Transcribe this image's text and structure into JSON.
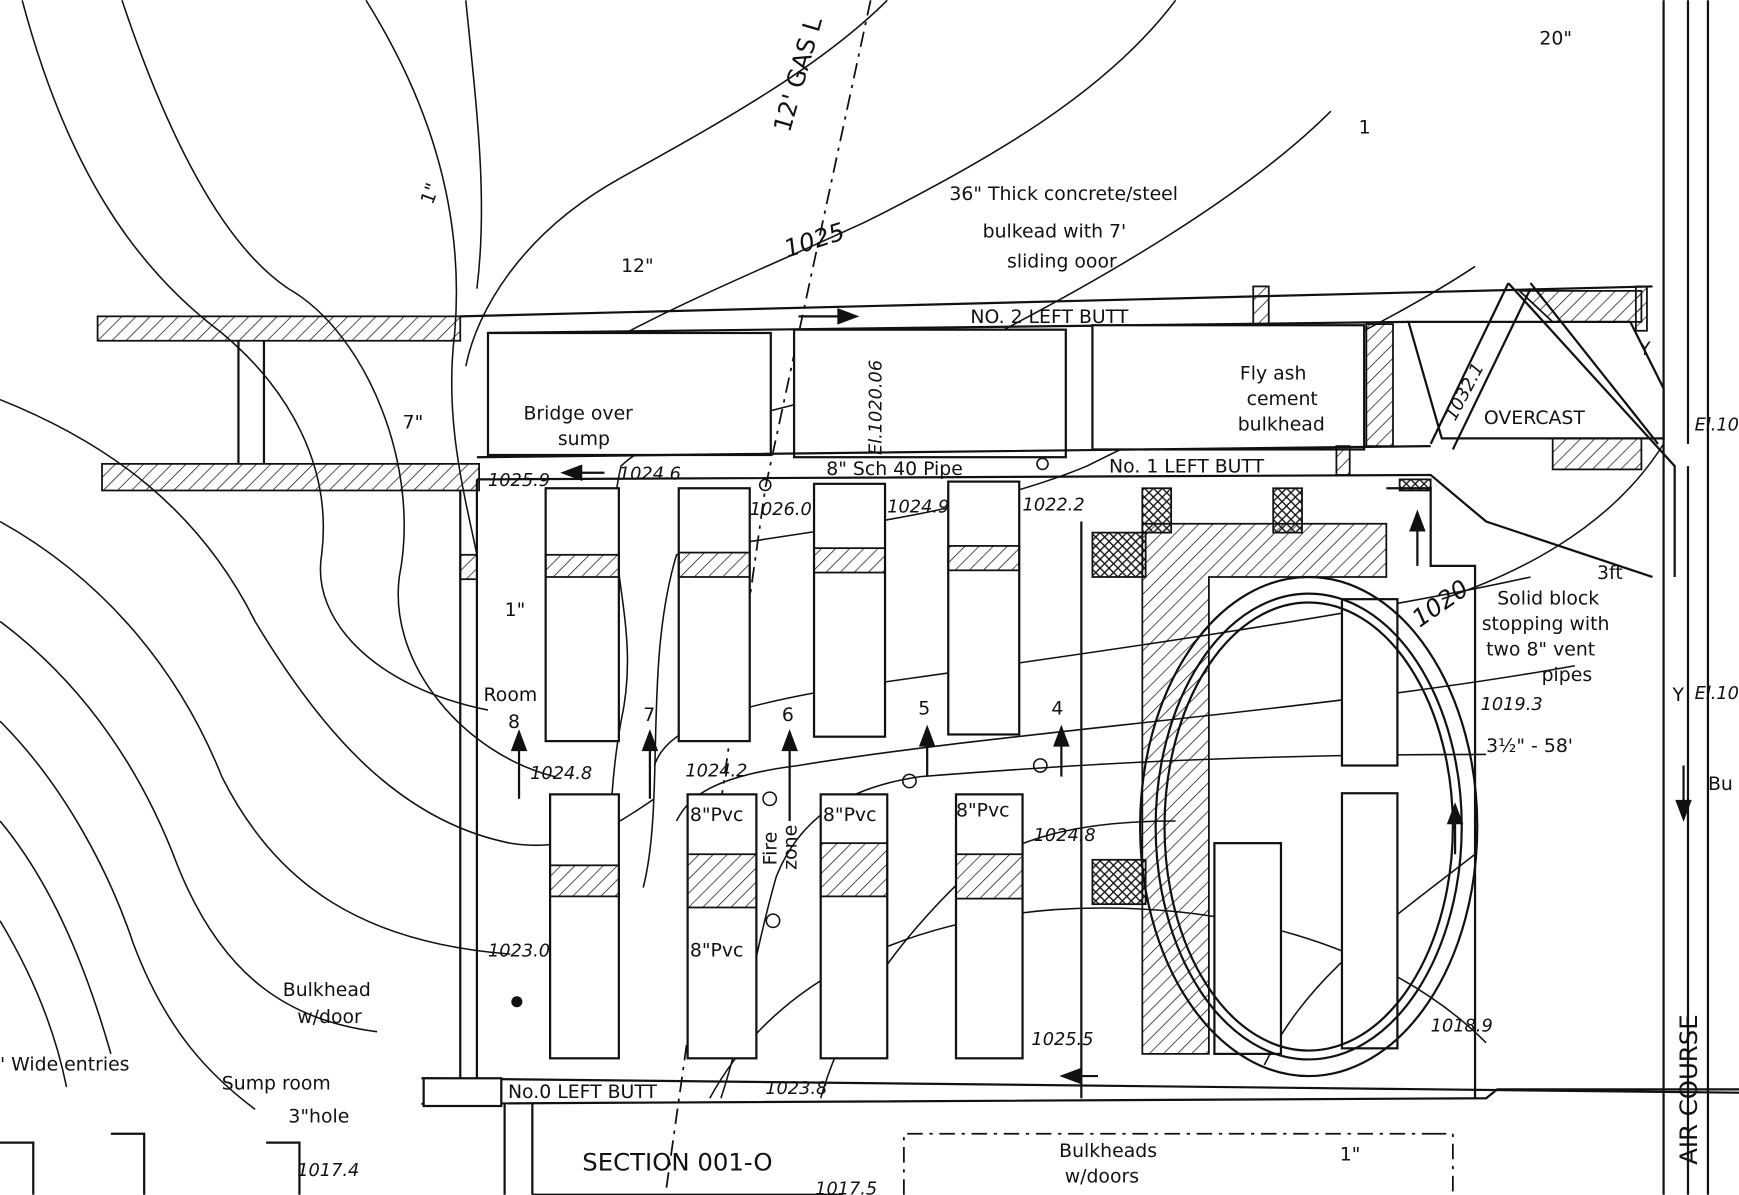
{
  "title": "SECTION 001-O",
  "entries": {
    "no2": "NO. 2 LEFT BUTT",
    "no1": "No. 1 LEFT BUTT",
    "no0": "No.0 LEFT BUTT",
    "air_course": "AIR COURSE",
    "overcast": "OVERCAST",
    "gas_line": "12' GAS L"
  },
  "rooms": {
    "room_word": "Room",
    "numbers": [
      "8",
      "7",
      "6",
      "5",
      "4"
    ]
  },
  "notes": {
    "bulkhead_top": [
      "36\" Thick concrete/steel",
      "bulkead with 7'",
      "sliding ooor"
    ],
    "bridge": [
      "Bridge over",
      "sump"
    ],
    "fly_ash": [
      "Fly ash",
      "cement",
      "bulkhead"
    ],
    "pipe": "8\" Sch 40 Pipe",
    "stopping": [
      "3ft",
      "Solid block",
      "stopping with",
      "two 8\" vent",
      "pipes"
    ],
    "borehole": "3½\" - 58'",
    "pvc": [
      "8\"Pvc",
      "8\"Pvc",
      "8\"Pvc",
      "8\"Pvc"
    ],
    "fire_zone": [
      "Fire",
      "zone"
    ],
    "bulkhead_door": [
      "Bulkhead",
      "w/door"
    ],
    "wide_entries": "' Wide entries",
    "sump_room": "Sump room",
    "hole": "3\"hole",
    "bulkheads_doors": [
      "Bulkheads",
      "w/doors"
    ],
    "bu": "Bu",
    "y_marks": [
      "Y",
      "Y"
    ]
  },
  "dimensions": {
    "d20": "20\"",
    "d1_top": "1",
    "d12": "12\"",
    "d1a": "1\"",
    "d7": "7\"",
    "d1b": "1\"",
    "d1c": "1\""
  },
  "elevations": {
    "c1025": "1025",
    "c1020": "1020",
    "e102006": "El.1020.06",
    "e1032": "1032.1",
    "el10a": "El.10",
    "el10b": "El.10",
    "e10259": "1025.9",
    "e10246": "1024.6",
    "e10260": "1026.0",
    "e10249": "1024.9",
    "e10222": "1022.2",
    "e10193": "1019.3",
    "e10248a": "1024.8",
    "e10242": "1024.2",
    "e10248b": "1024.8",
    "e10230": "1023.0",
    "e10238": "1023.8",
    "e10255": "1025.5",
    "e10189": "1018.9",
    "e10174": "1017.4",
    "e10175": "1017.5"
  },
  "colors": {
    "ink": "#111111",
    "paper": "#ffffff"
  }
}
